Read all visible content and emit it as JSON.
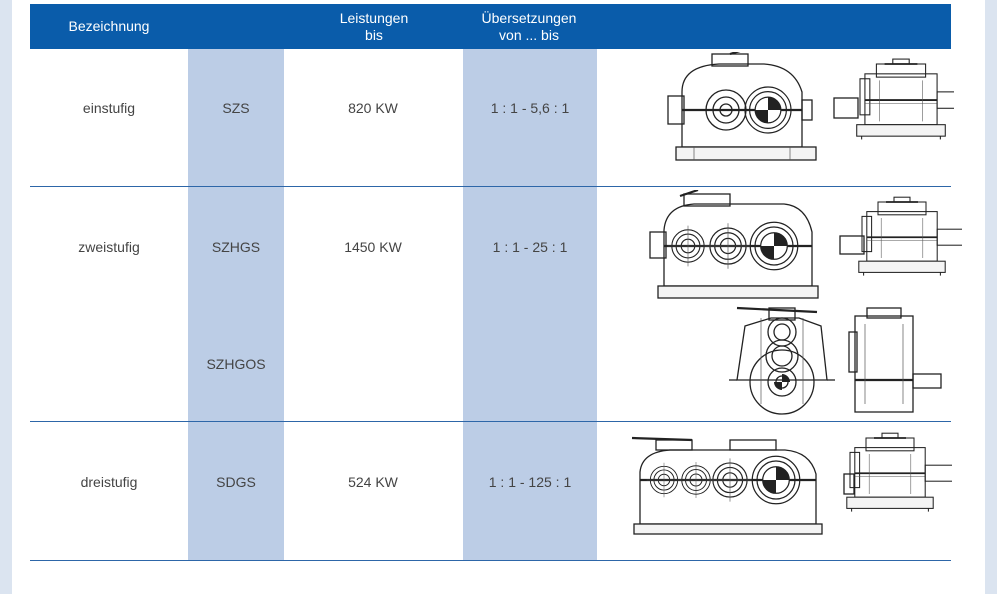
{
  "header": {
    "bezeichnung": "Bezeichnung",
    "leistungen": "Leistungen\nbis",
    "uebersetzungen": "Übersetzungen\nvon ... bis"
  },
  "rows": [
    {
      "stufe": "einstufig",
      "types": [
        "SZS"
      ],
      "leistung": "820 KW",
      "uebersetzung": "1 : 1 - 5,6 : 1"
    },
    {
      "stufe": "zweistufig",
      "types": [
        "SZHGS",
        "SZHGOS"
      ],
      "leistung": "1450 KW",
      "uebersetzung": "1 : 1 - 25 : 1"
    },
    {
      "stufe": "dreistufig",
      "types": [
        "SDGS"
      ],
      "leistung": "524 KW",
      "uebersetzung": "1 : 1 - 125 : 1"
    }
  ],
  "colors": {
    "header_bg": "#0a5caa",
    "stripe": "#bccde6",
    "row_line": "#2d66a8",
    "page_bg": "#dbe4f0"
  },
  "drawings": [
    "gearbox-szs-drawing",
    "gearbox-szhgs-drawing",
    "gearbox-szhgos-drawing",
    "gearbox-sdgs-drawing"
  ]
}
